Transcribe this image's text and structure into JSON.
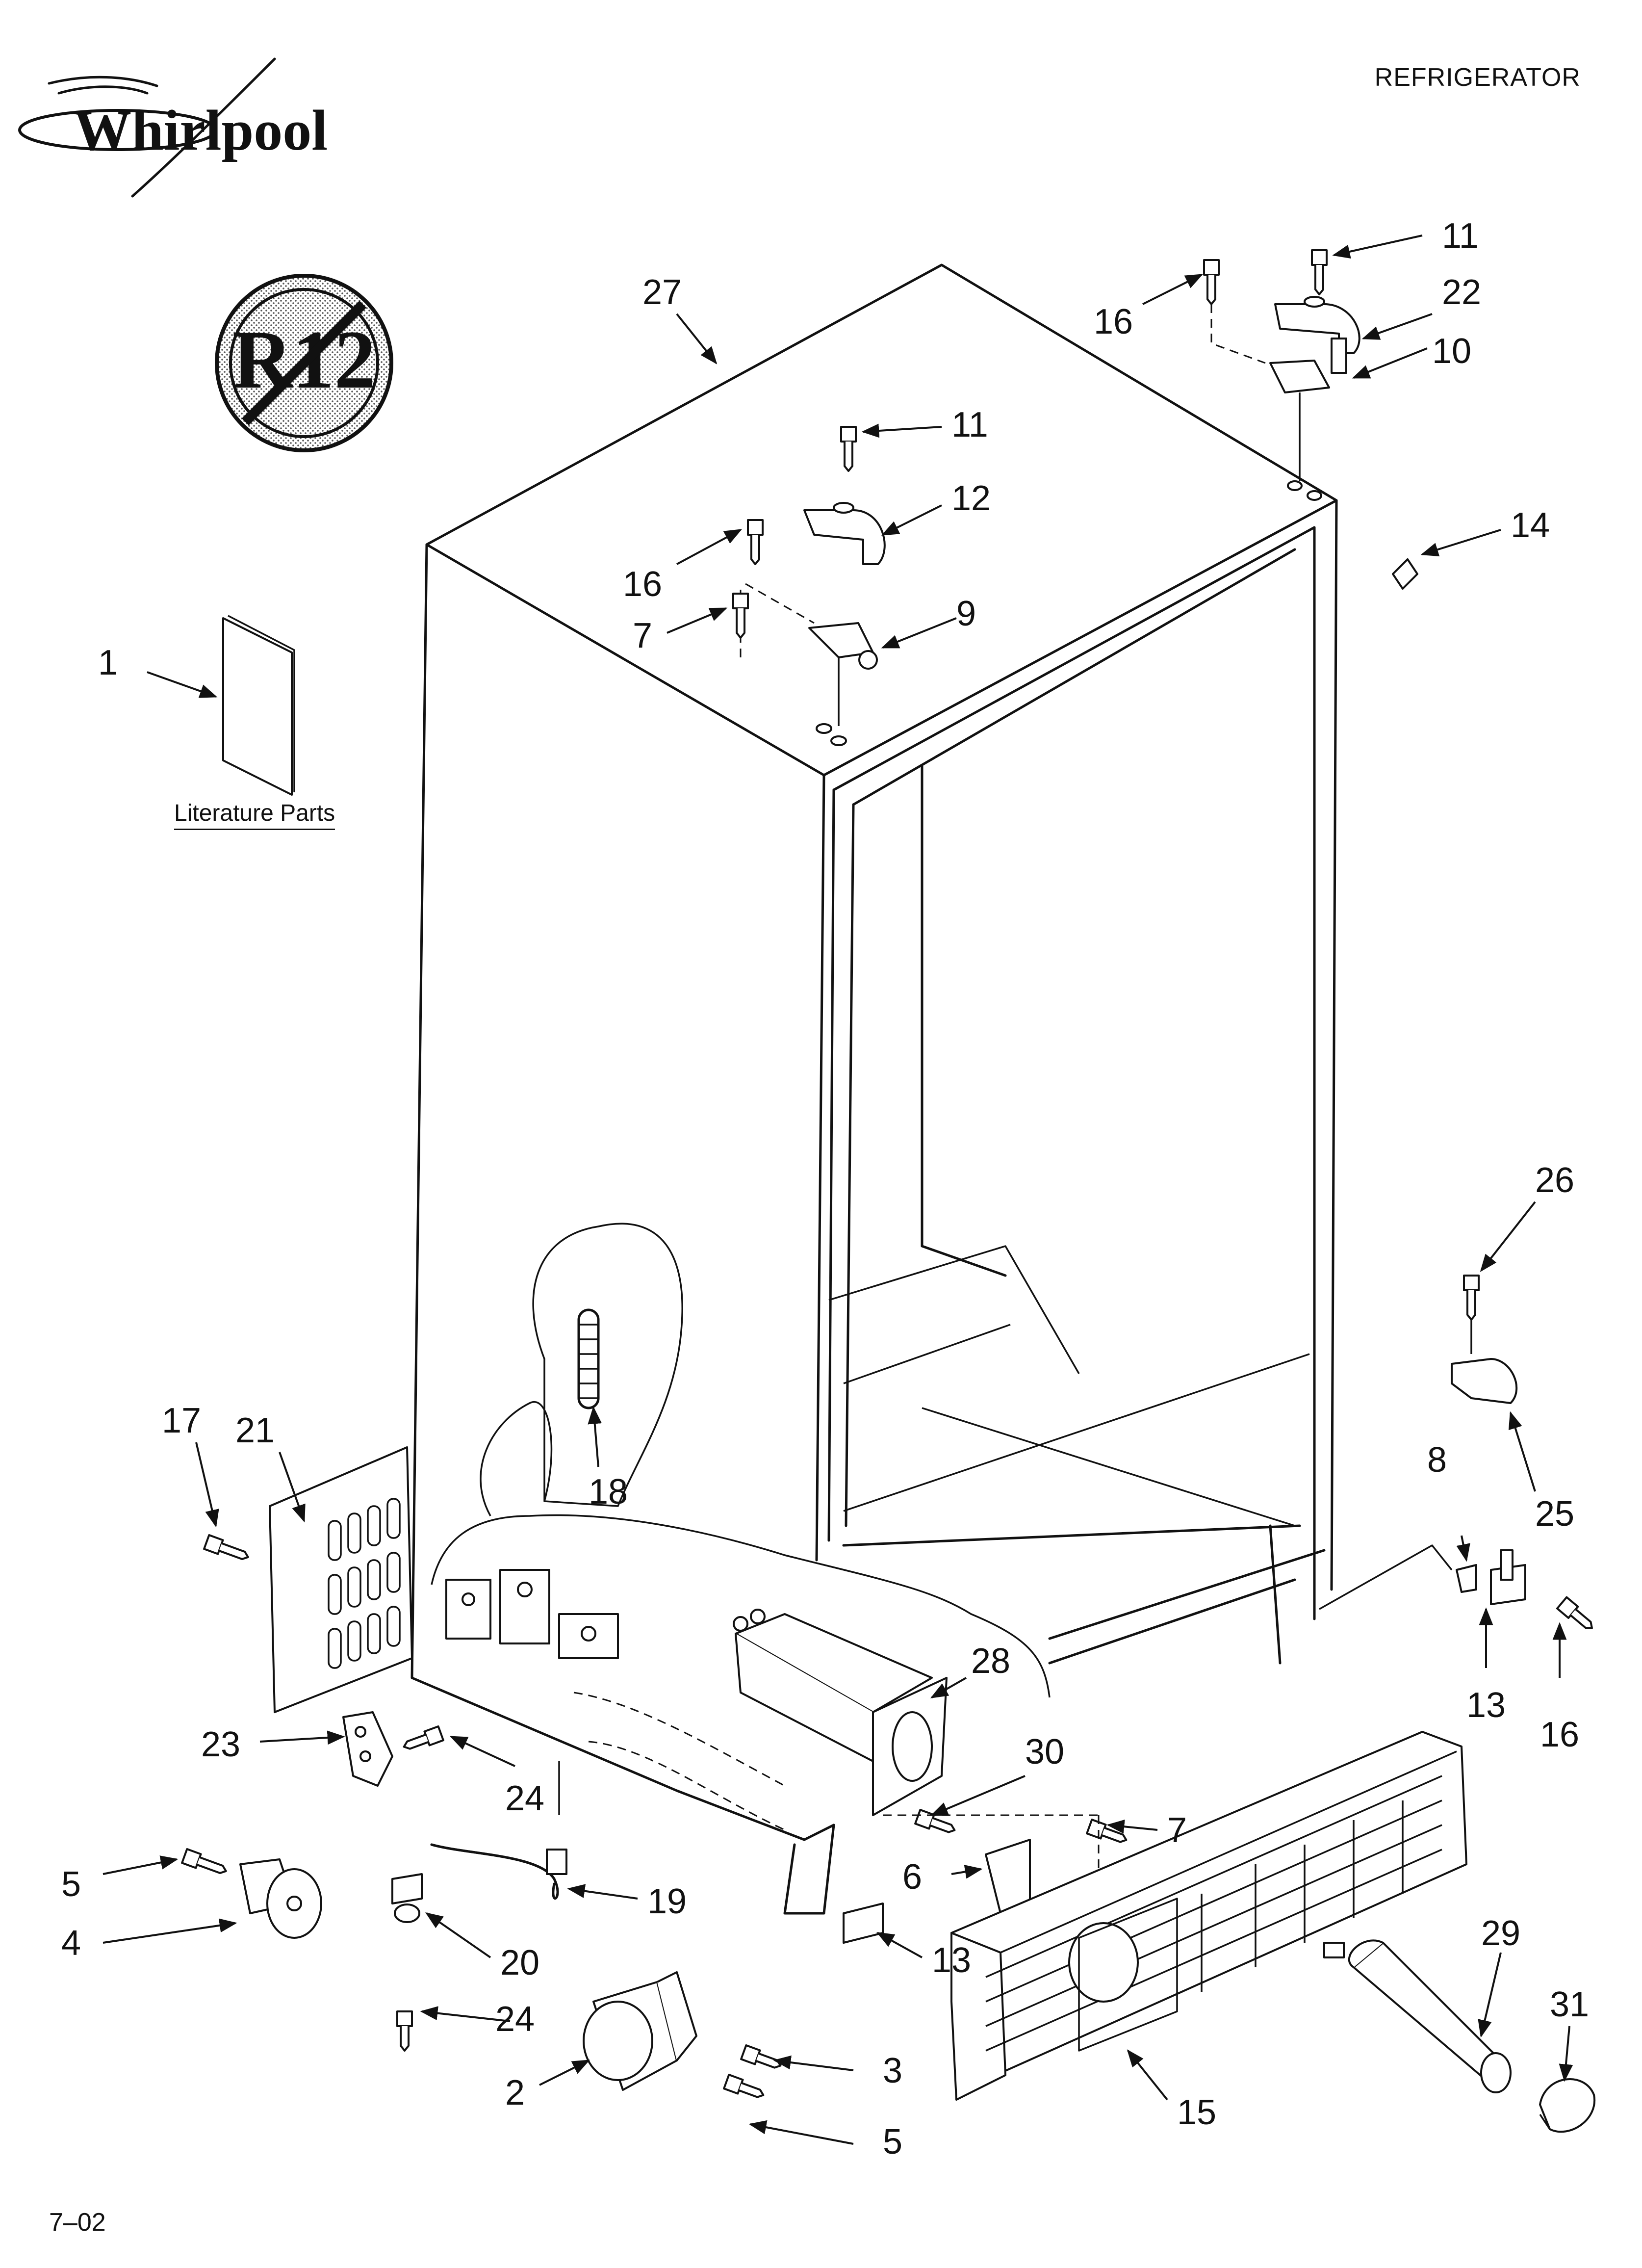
{
  "header": {
    "brand": "Whirlpool",
    "title": "REFRIGERATOR"
  },
  "badge": {
    "text": "R12"
  },
  "literature_label": "Literature Parts",
  "footer": {
    "code": "7–02"
  },
  "callouts": [
    "1",
    "2",
    "3",
    "4",
    "5",
    "5",
    "6",
    "7",
    "7",
    "8",
    "9",
    "10",
    "11",
    "11",
    "12",
    "13",
    "13",
    "14",
    "15",
    "16",
    "16",
    "16",
    "17",
    "18",
    "19",
    "20",
    "21",
    "22",
    "23",
    "24",
    "24",
    "25",
    "26",
    "27",
    "28",
    "29",
    "30",
    "31"
  ],
  "icons": [
    "whirlpool-logo",
    "no-r12-symbol",
    "arrow-icon"
  ]
}
